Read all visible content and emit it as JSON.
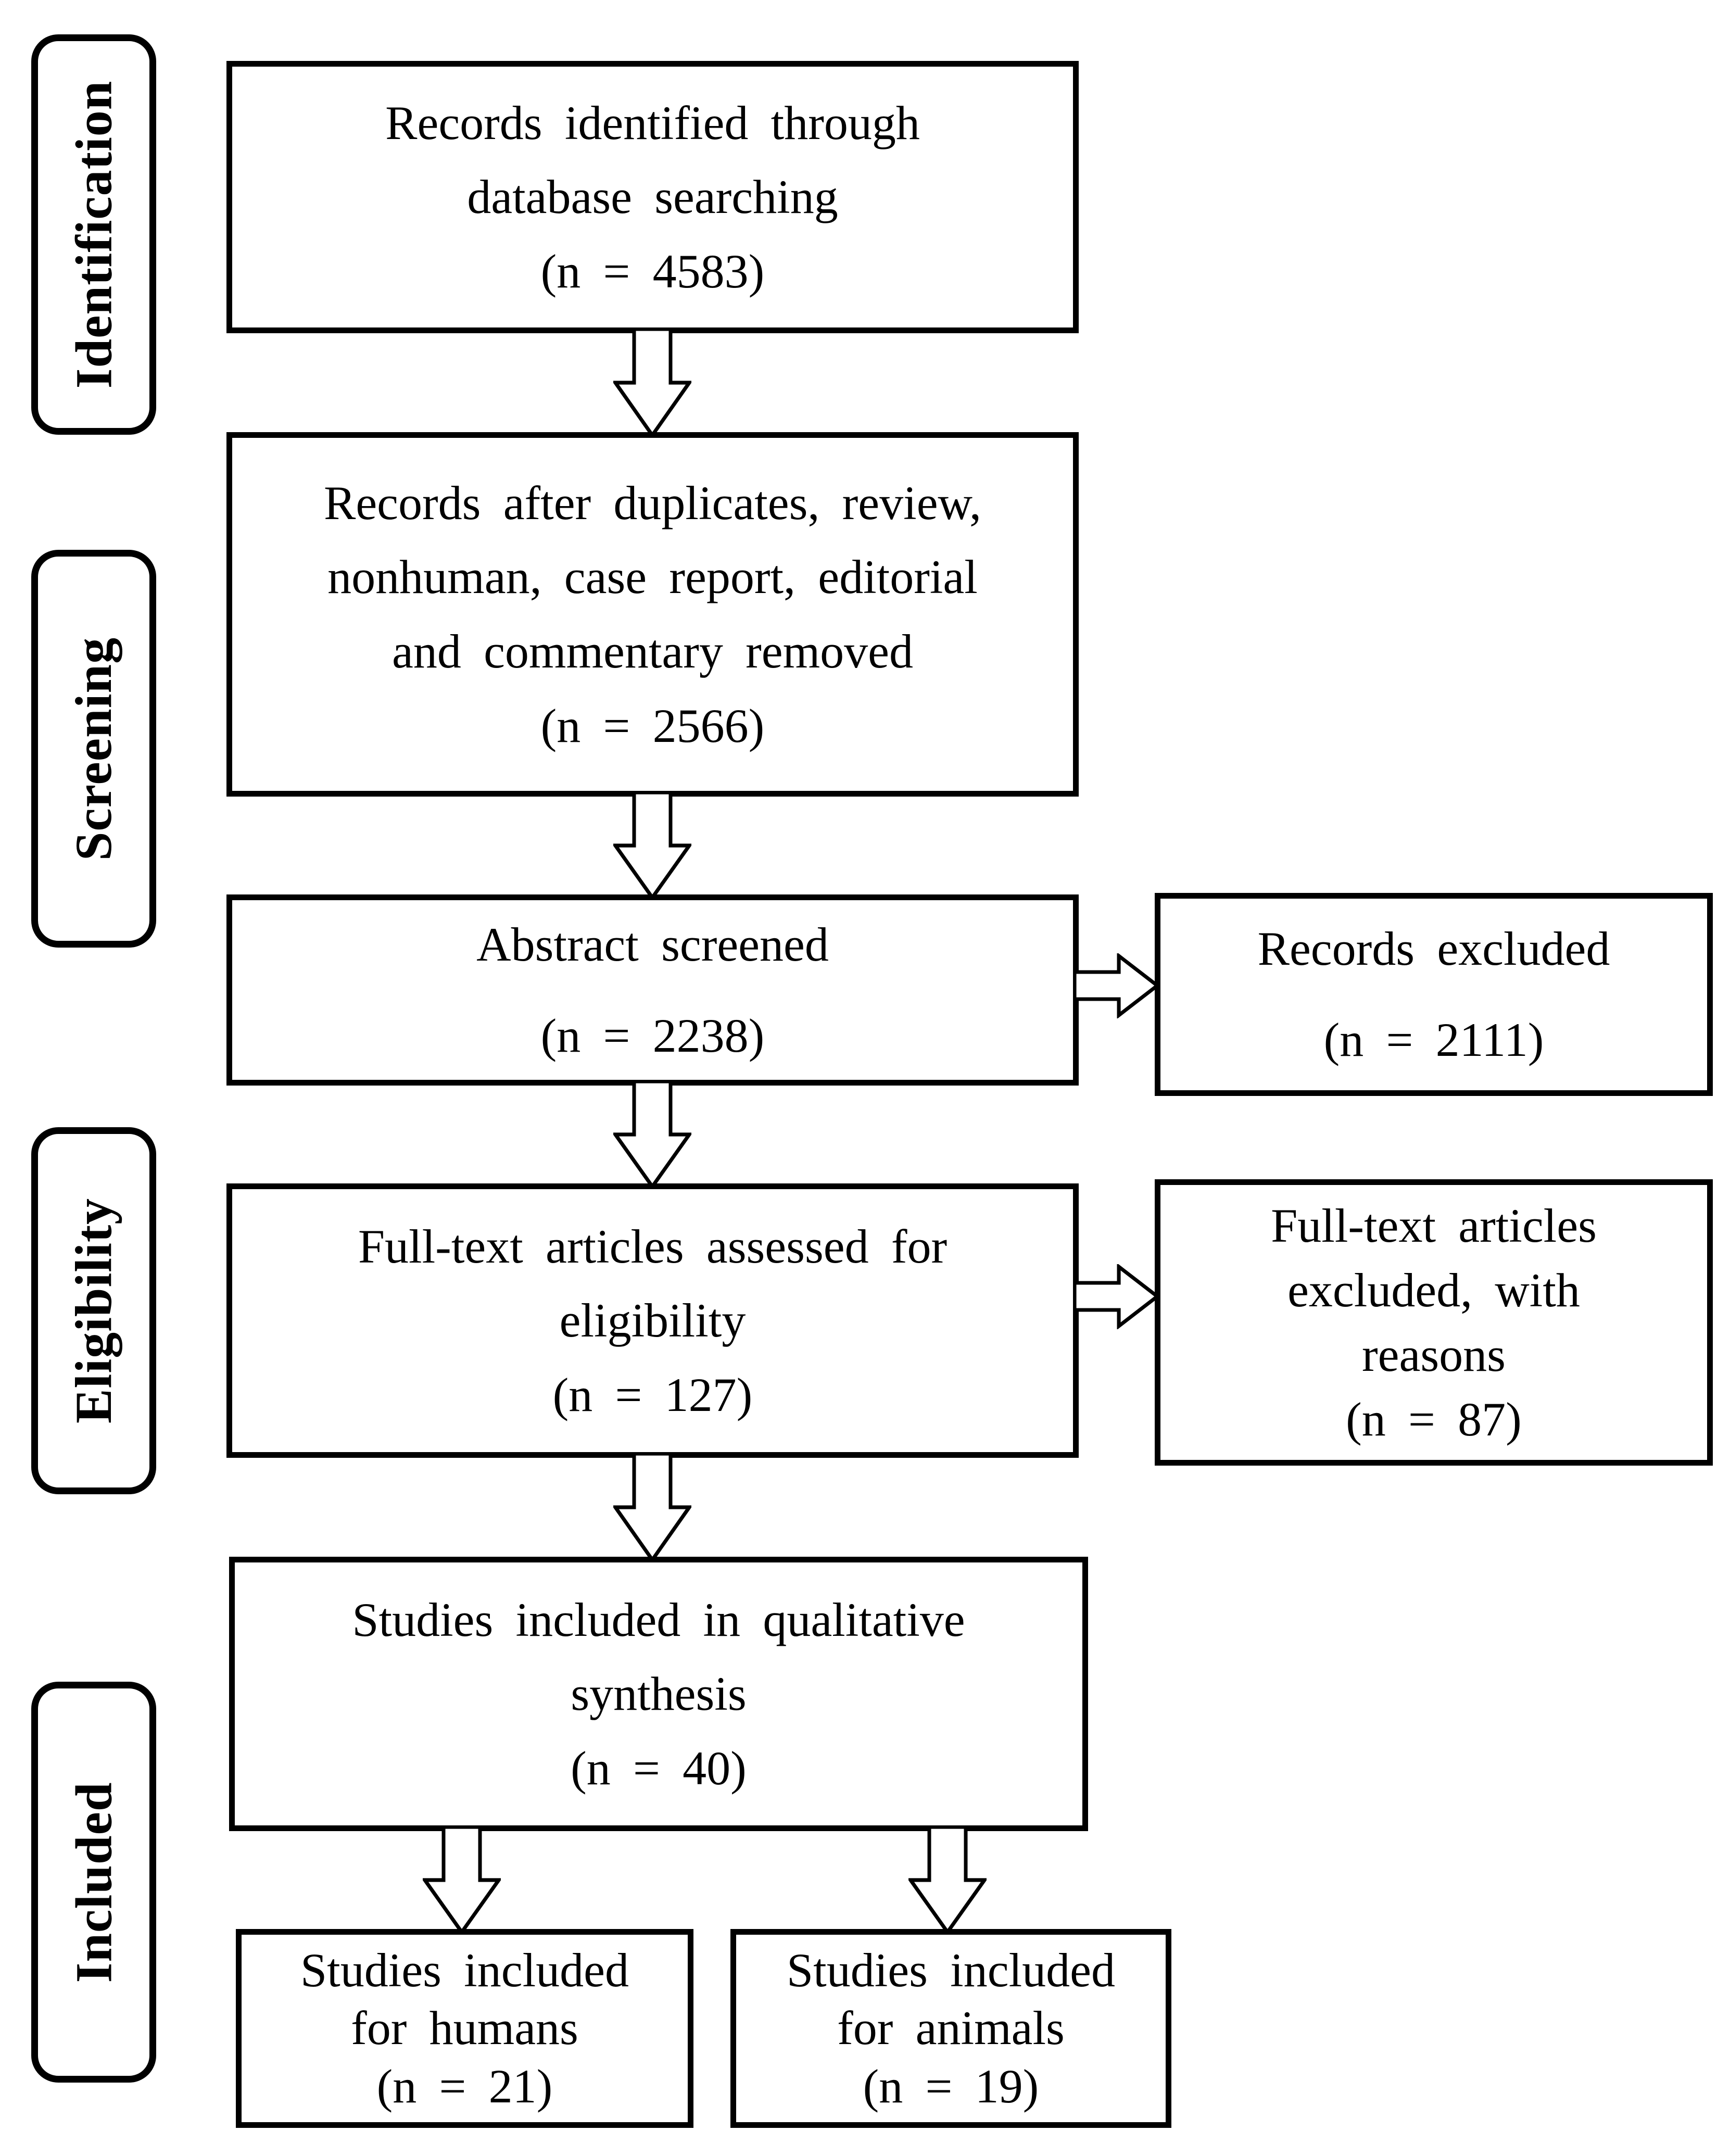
{
  "diagram": {
    "kind": "PRISMA flow diagram",
    "colors": {
      "line": "#000000",
      "background": "#ffffff",
      "text": "#000000"
    },
    "stages": [
      {
        "id": "identification",
        "label": "Identification"
      },
      {
        "id": "screening",
        "label": "Screening"
      },
      {
        "id": "eligibility",
        "label": "Eligibility"
      },
      {
        "id": "included",
        "label": "Included"
      }
    ],
    "boxes": {
      "records_identified": {
        "lines": [
          "Records identified through",
          "database searching",
          "(n = 4583)"
        ],
        "count": 4583
      },
      "records_after_removal": {
        "lines": [
          "Records after duplicates, review,",
          "nonhuman, case report, editorial",
          "and commentary removed",
          "(n = 2566)"
        ],
        "count": 2566
      },
      "abstract_screened": {
        "lines": [
          "Abstract screened",
          "(n = 2238)"
        ],
        "count": 2238
      },
      "records_excluded": {
        "lines": [
          "Records excluded",
          "(n = 2111)"
        ],
        "count": 2111
      },
      "fulltext_assessed": {
        "lines": [
          "Full-text articles assessed for",
          "eligibility",
          "(n = 127)"
        ],
        "count": 127
      },
      "fulltext_excluded": {
        "lines": [
          "Full-text articles",
          "excluded, with",
          "reasons",
          "(n = 87)"
        ],
        "count": 87
      },
      "qualitative_synthesis": {
        "lines": [
          "Studies included in qualitative",
          "synthesis",
          "(n = 40)"
        ],
        "count": 40
      },
      "included_humans": {
        "lines": [
          "Studies included",
          "for humans",
          "(n = 21)"
        ],
        "count": 21
      },
      "included_animals": {
        "lines": [
          "Studies included",
          "for animals",
          "(n = 19)"
        ],
        "count": 19
      }
    },
    "arrows": [
      {
        "name": "identified-to-after-removal",
        "direction": "down"
      },
      {
        "name": "after-removal-to-abstract-screened",
        "direction": "down"
      },
      {
        "name": "abstract-screened-to-records-excluded",
        "direction": "right"
      },
      {
        "name": "abstract-screened-to-fulltext-assessed",
        "direction": "down"
      },
      {
        "name": "fulltext-assessed-to-fulltext-excluded",
        "direction": "right"
      },
      {
        "name": "fulltext-assessed-to-qualitative-synthesis",
        "direction": "down"
      },
      {
        "name": "qualitative-synthesis-to-humans",
        "direction": "down"
      },
      {
        "name": "qualitative-synthesis-to-animals",
        "direction": "down"
      }
    ]
  }
}
